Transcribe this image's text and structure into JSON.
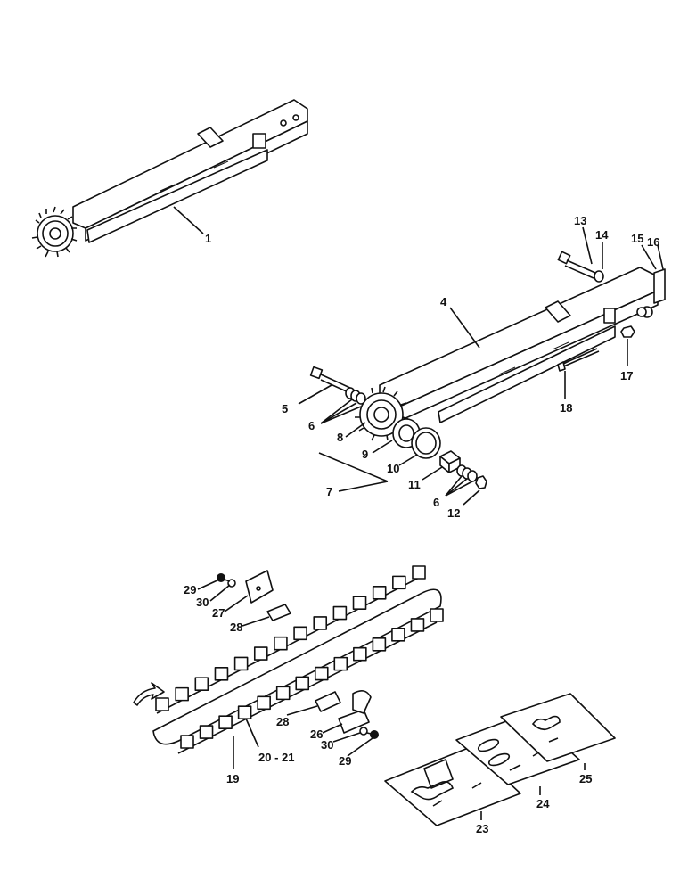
{
  "diagram": {
    "callouts": {
      "c1": "1",
      "c4": "4",
      "c5": "5",
      "c6a": "6",
      "c6b": "6",
      "c7": "7",
      "c8": "8",
      "c9": "9",
      "c10": "10",
      "c11": "11",
      "c12": "12",
      "c13": "13",
      "c14": "14",
      "c15": "15",
      "c16": "16",
      "c17": "17",
      "c18": "18",
      "c19": "19",
      "c20": "20 - 21",
      "c23": "23",
      "c24": "24",
      "c25": "25",
      "c26": "26",
      "c27": "27",
      "c28a": "28",
      "c28b": "28",
      "c29a": "29",
      "c29b": "29",
      "c30a": "30",
      "c30b": "30"
    }
  }
}
